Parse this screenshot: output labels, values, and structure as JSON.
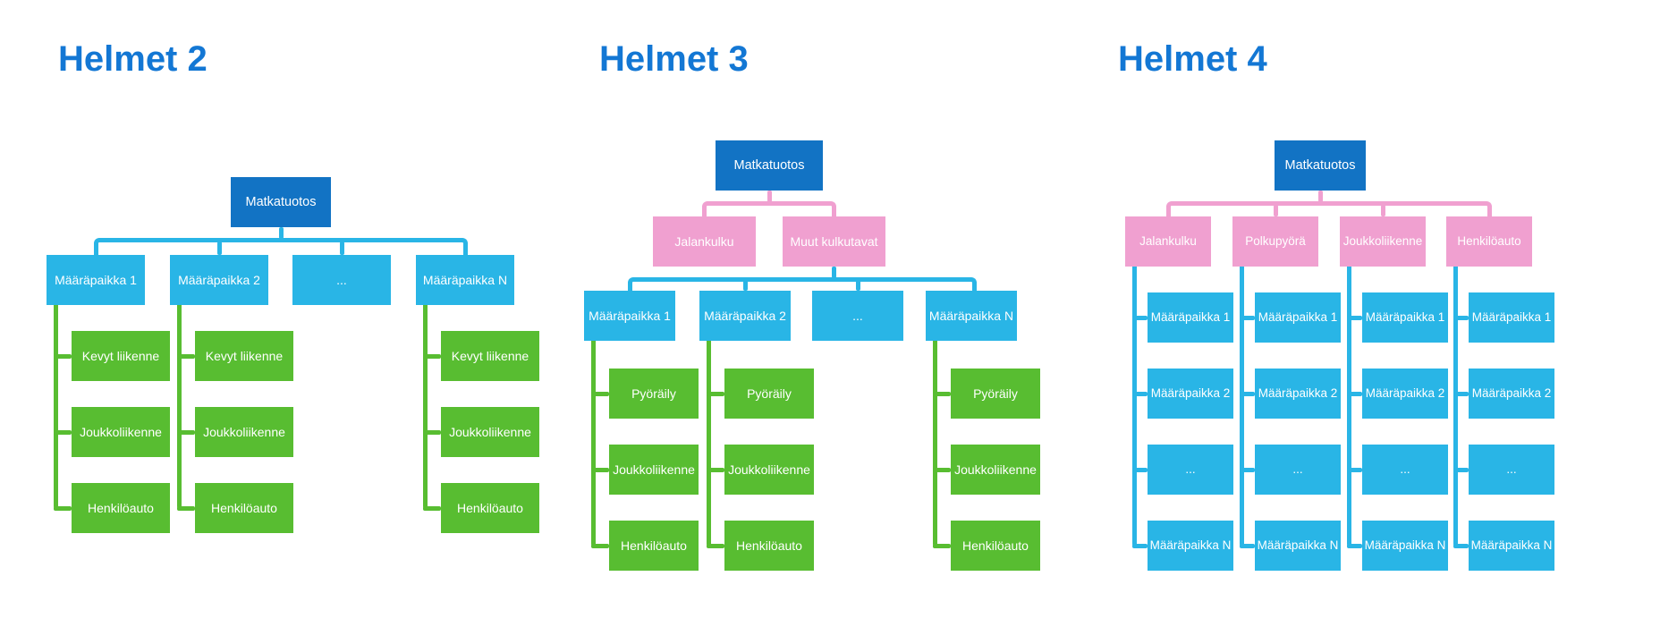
{
  "colors": {
    "title": "#1377D4",
    "root_box": "#1273C4",
    "destination_box_cyan": "#29B5E6",
    "mode_box_green": "#58BD31",
    "mode_box_pink": "#F0A0D0",
    "box_text": "#FFFFFF",
    "background": "#FFFFFF"
  },
  "trees": [
    {
      "title": "Helmet 2",
      "root": "Matkatuotos",
      "columns": [
        {
          "parent": "Määräpaikka 1",
          "children": [
            "Kevyt liikenne",
            "Joukkoliikenne",
            "Henkilöauto"
          ]
        },
        {
          "parent": "Määräpaikka 2",
          "children": [
            "Kevyt liikenne",
            "Joukkoliikenne",
            "Henkilöauto"
          ]
        },
        {
          "parent": "...",
          "children": []
        },
        {
          "parent": "Määräpaikka N",
          "children": [
            "Kevyt liikenne",
            "Joukkoliikenne",
            "Henkilöauto"
          ]
        }
      ]
    },
    {
      "title": "Helmet 3",
      "root": "Matkatuotos",
      "modes": [
        "Jalankulku",
        "Muut kulkutavat"
      ],
      "columns": [
        {
          "parent": "Määräpaikka 1",
          "children": [
            "Pyöräily",
            "Joukkoliikenne",
            "Henkilöauto"
          ]
        },
        {
          "parent": "Määräpaikka 2",
          "children": [
            "Pyöräily",
            "Joukkoliikenne",
            "Henkilöauto"
          ]
        },
        {
          "parent": "...",
          "children": []
        },
        {
          "parent": "Määräpaikka N",
          "children": [
            "Pyöräily",
            "Joukkoliikenne",
            "Henkilöauto"
          ]
        }
      ]
    },
    {
      "title": "Helmet 4",
      "root": "Matkatuotos",
      "columns": [
        {
          "parent": "Jalankulku",
          "children": [
            "Määräpaikka 1",
            "Määräpaikka 2",
            "...",
            "Määräpaikka N"
          ]
        },
        {
          "parent": "Polkupyörä",
          "children": [
            "Määräpaikka 1",
            "Määräpaikka 2",
            "...",
            "Määräpaikka N"
          ]
        },
        {
          "parent": "Joukkoliikenne",
          "children": [
            "Määräpaikka 1",
            "Määräpaikka 2",
            "...",
            "Määräpaikka N"
          ]
        },
        {
          "parent": "Henkilöauto",
          "children": [
            "Määräpaikka 1",
            "Määräpaikka 2",
            "...",
            "Määräpaikka N"
          ]
        }
      ]
    }
  ]
}
